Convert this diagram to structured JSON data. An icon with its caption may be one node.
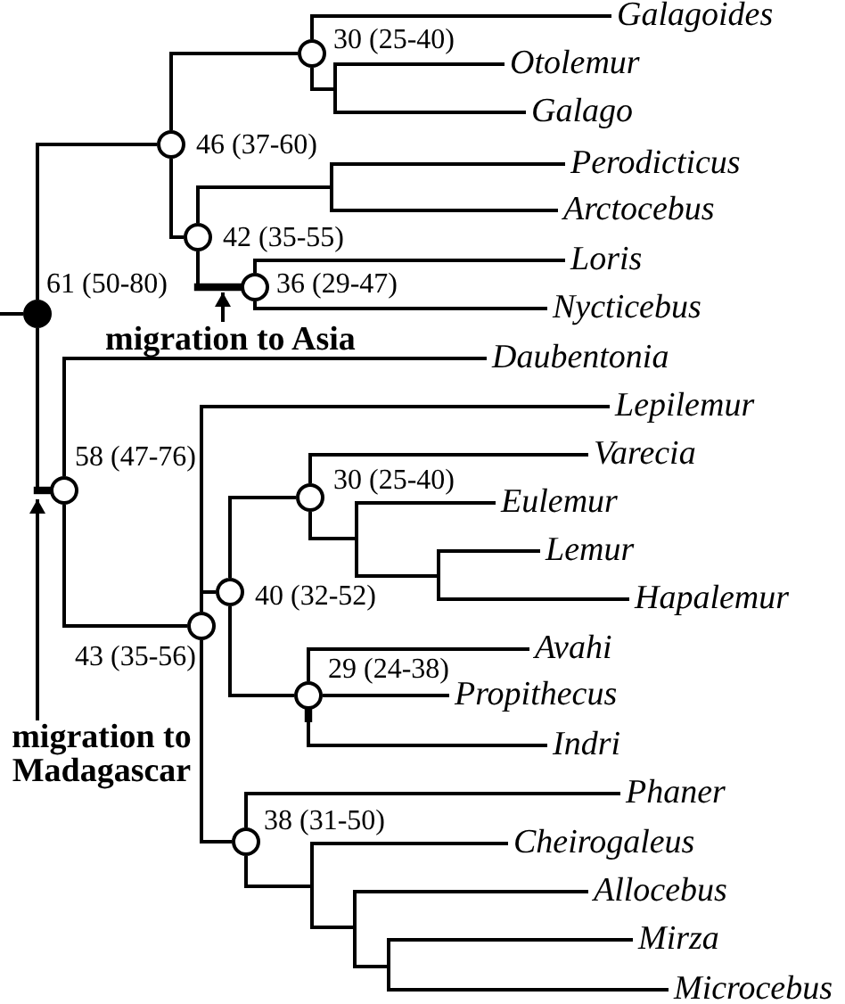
{
  "diagram": {
    "nodes": [
      {
        "text": [],
        "shape": "circle",
        "beside": [
          "61 (50-80)"
        ]
      },
      {
        "text": [],
        "shape": "circle",
        "beside": [
          "46 (37-60)"
        ]
      },
      {
        "text": [],
        "shape": "circle",
        "beside": [
          "30 (25-40)"
        ]
      },
      {
        "text": [
          "Galagoides"
        ]
      },
      {
        "text": [
          "Otolemur"
        ]
      },
      {
        "text": [
          "Galago"
        ]
      },
      {
        "text": [],
        "shape": "circle",
        "beside": [
          "42 (35-55)"
        ]
      },
      {
        "text": [
          "Perodicticus"
        ]
      },
      {
        "text": [
          "Arctocebus"
        ]
      },
      {
        "text": [],
        "shape": "circle",
        "beside": [
          "36 (29-47)"
        ]
      },
      {
        "text": [
          "Loris"
        ]
      },
      {
        "text": [
          "Nycticebus"
        ]
      },
      {
        "text": [
          "migration to Asia"
        ]
      },
      {
        "text": [],
        "shape": "circle",
        "beside": [
          "58 (47-76)"
        ]
      },
      {
        "text": [
          "Daubentonia"
        ]
      },
      {
        "text": [],
        "shape": "circle",
        "beside": [
          "43 (35-56)"
        ]
      },
      {
        "text": [
          "Lepilemur"
        ]
      },
      {
        "text": [],
        "shape": "circle",
        "beside": [
          "40 (32-52)"
        ]
      },
      {
        "text": [],
        "shape": "circle",
        "beside": [
          "30 (25-40)"
        ]
      },
      {
        "text": [
          "Varecia"
        ]
      },
      {
        "text": [
          "Eulemur"
        ]
      },
      {
        "text": [
          "Lemur"
        ]
      },
      {
        "text": [
          "Hapalemur"
        ]
      },
      {
        "text": [],
        "shape": "circle",
        "beside": [
          "29 (24-38)"
        ]
      },
      {
        "text": [
          "Avahi"
        ]
      },
      {
        "text": [
          "Propithecus"
        ]
      },
      {
        "text": [
          "Indri"
        ]
      },
      {
        "text": [],
        "shape": "circle",
        "beside": [
          "38 (31-50)"
        ]
      },
      {
        "text": [
          "Phaner"
        ]
      },
      {
        "text": [
          "Cheirogaleus"
        ]
      },
      {
        "text": [
          "Allocebus"
        ]
      },
      {
        "text": [
          "Mirza"
        ]
      },
      {
        "text": [
          "Microcebus"
        ]
      },
      {
        "text": [
          "migration to Madagascar"
        ]
      }
    ],
    "edges": [
      {
        "from": null,
        "to": 0,
        "arrow": "none"
      },
      {
        "from": 0,
        "to": 1,
        "arrow": "none"
      },
      {
        "from": 1,
        "to": 2,
        "arrow": "none"
      },
      {
        "from": 2,
        "to": 3,
        "arrow": "none"
      },
      {
        "from": 2,
        "to": 4,
        "arrow": "none"
      },
      {
        "from": 2,
        "to": 5,
        "arrow": "none"
      },
      {
        "from": 1,
        "to": 6,
        "arrow": "none"
      },
      {
        "from": 6,
        "to": 7,
        "arrow": "none"
      },
      {
        "from": 6,
        "to": 8,
        "arrow": "none"
      },
      {
        "from": 6,
        "to": 9,
        "arrow": "none",
        "style": "thick"
      },
      {
        "from": 9,
        "to": 10,
        "arrow": "none"
      },
      {
        "from": 9,
        "to": 11,
        "arrow": "none"
      },
      {
        "from": 12,
        "to": 9,
        "arrow": "to"
      },
      {
        "from": 0,
        "to": 13,
        "arrow": "none"
      },
      {
        "from": 13,
        "to": 14,
        "arrow": "none"
      },
      {
        "from": 13,
        "to": 15,
        "arrow": "none"
      },
      {
        "from": 15,
        "to": 16,
        "arrow": "none"
      },
      {
        "from": 15,
        "to": 17,
        "arrow": "none"
      },
      {
        "from": 17,
        "to": 18,
        "arrow": "none"
      },
      {
        "from": 18,
        "to": 19,
        "arrow": "none"
      },
      {
        "from": 18,
        "to": 20,
        "arrow": "none"
      },
      {
        "from": 18,
        "to": 21,
        "arrow": "none"
      },
      {
        "from": 18,
        "to": 22,
        "arrow": "none"
      },
      {
        "from": 17,
        "to": 23,
        "arrow": "none"
      },
      {
        "from": 23,
        "to": 24,
        "arrow": "none"
      },
      {
        "from": 23,
        "to": 25,
        "arrow": "none"
      },
      {
        "from": 23,
        "to": 26,
        "arrow": "none"
      },
      {
        "from": 15,
        "to": 27,
        "arrow": "none"
      },
      {
        "from": 27,
        "to": 28,
        "arrow": "none"
      },
      {
        "from": 27,
        "to": 29,
        "arrow": "none"
      },
      {
        "from": 27,
        "to": 30,
        "arrow": "none"
      },
      {
        "from": 27,
        "to": 31,
        "arrow": "none"
      },
      {
        "from": 27,
        "to": 32,
        "arrow": "none"
      },
      {
        "from": 33,
        "to": 13,
        "arrow": "to"
      }
    ]
  }
}
